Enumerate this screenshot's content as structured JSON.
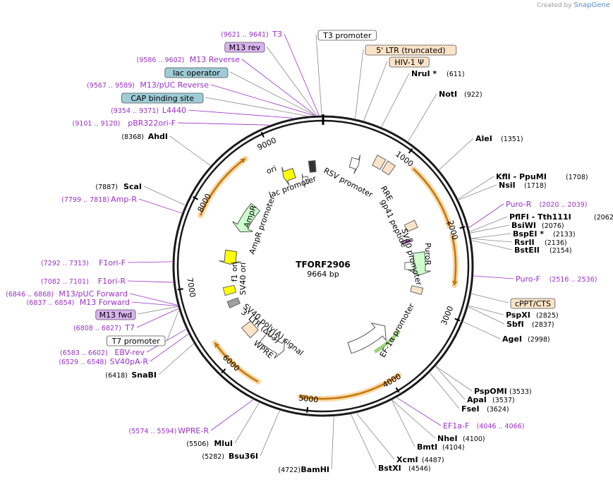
{
  "watermark": {
    "prefix": "Created by",
    "brand": "SnapGene"
  },
  "plasmid": {
    "name": "TFORF2906",
    "length_label": "9664 bp",
    "length": 9664
  },
  "ticks": [
    {
      "label": "1000",
      "bp": 1000
    },
    {
      "label": "2000",
      "bp": 2000
    },
    {
      "label": "3000",
      "bp": 3000
    },
    {
      "label": "4000",
      "bp": 4000
    },
    {
      "label": "5000",
      "bp": 5000
    },
    {
      "label": "6000",
      "bp": 6000
    },
    {
      "label": "7000",
      "bp": 7000
    },
    {
      "label": "8000",
      "bp": 8000
    },
    {
      "label": "9000",
      "bp": 9000
    }
  ],
  "right_labels": [
    {
      "type": "enzyme",
      "name": "NruI *",
      "pos": "(611)"
    },
    {
      "type": "enzyme",
      "name": "NotI",
      "pos": "(922)"
    },
    {
      "type": "enzyme",
      "name": "AleI",
      "pos": "(1351)"
    },
    {
      "type": "enzyme",
      "name": "KflI  - PpuMI",
      "pos": "(1708)"
    },
    {
      "type": "enzyme",
      "name": "NsiI",
      "pos": "(1718)"
    },
    {
      "type": "primer",
      "name": "Puro-R",
      "pos": "(2020 .. 2039)"
    },
    {
      "type": "enzyme",
      "name": "PflFI  - Tth111I",
      "pos": "(2062)"
    },
    {
      "type": "enzyme",
      "name": "BsiWI",
      "pos": "(2076)"
    },
    {
      "type": "enzyme",
      "name": "BspEI *",
      "pos": "(2133)"
    },
    {
      "type": "enzyme",
      "name": "RsrII",
      "pos": "(2136)"
    },
    {
      "type": "enzyme",
      "name": "BstEII",
      "pos": "(2154)"
    },
    {
      "type": "primer",
      "name": "Puro-F",
      "pos": "(2516 .. 2536)"
    },
    {
      "type": "badge",
      "name": "cPPT/CTS",
      "pos": "",
      "color": "#fbe3c8"
    },
    {
      "type": "enzyme",
      "name": "PspXI",
      "pos": "(2825)"
    },
    {
      "type": "enzyme",
      "name": "SbfI",
      "pos": "(2837)"
    },
    {
      "type": "enzyme",
      "name": "AgeI",
      "pos": "(2998)"
    },
    {
      "type": "enzyme",
      "name": "PspOMI",
      "pos": "(3533)"
    },
    {
      "type": "enzyme",
      "name": "ApaI",
      "pos": "(3537)"
    },
    {
      "type": "enzyme",
      "name": "FseI",
      "pos": "(3624)"
    },
    {
      "type": "primer",
      "name": "EF1a-F",
      "pos": "(4046 .. 4066)"
    },
    {
      "type": "enzyme",
      "name": "NheI",
      "pos": "(4100)"
    },
    {
      "type": "enzyme",
      "name": "BmtI",
      "pos": "(4104)"
    },
    {
      "type": "enzyme",
      "name": "XcmI",
      "pos": "(4487)"
    },
    {
      "type": "enzyme",
      "name": "BstXI",
      "pos": "(4546)"
    }
  ],
  "bottom_labels": [
    {
      "type": "enzyme",
      "name": "BamHI",
      "pos": "(4722)"
    },
    {
      "type": "enzyme",
      "name": "Bsu36I",
      "pos": "(5282)"
    },
    {
      "type": "enzyme",
      "name": "MluI",
      "pos": "(5506)"
    },
    {
      "type": "primer",
      "name": "WPRE-R",
      "pos": "(5574 .. 5594)"
    }
  ],
  "left_labels": [
    {
      "type": "enzyme",
      "name": "SnaBI",
      "pos": "(6418)"
    },
    {
      "type": "primer",
      "name": "SV40pA-R",
      "pos": "(6529 .. 6548)"
    },
    {
      "type": "primer",
      "name": "EBV-rev",
      "pos": "(6583 .. 6602)"
    },
    {
      "type": "badge",
      "name": "T7 promoter",
      "pos": "",
      "color": "#ffffff"
    },
    {
      "type": "primer",
      "name": "T7",
      "pos": "(6808 .. 6827)"
    },
    {
      "type": "badge",
      "name": "M13 fwd",
      "pos": "",
      "color": "#d9b3ef"
    },
    {
      "type": "primer",
      "name": "M13 Forward",
      "pos": "(6837 .. 6854)"
    },
    {
      "type": "primer",
      "name": "M13/pUC Forward",
      "pos": "(6846 .. 6868)"
    },
    {
      "type": "primer",
      "name": "F1ori-R",
      "pos": "(7082 .. 7101)"
    },
    {
      "type": "primer",
      "name": "F1ori-F",
      "pos": "(7292 .. 7313)"
    },
    {
      "type": "primer",
      "name": "Amp-R",
      "pos": "(7799 .. 7818)"
    },
    {
      "type": "enzyme",
      "name": "ScaI",
      "pos": "(7887)"
    },
    {
      "type": "enzyme",
      "name": "AhdI",
      "pos": "(8368)"
    },
    {
      "type": "primer",
      "name": "pBR322ori-F",
      "pos": "(9101 .. 9120)"
    },
    {
      "type": "primer",
      "name": "L4440",
      "pos": "(9354 .. 9371)"
    },
    {
      "type": "badge",
      "name": "CAP binding site",
      "pos": "",
      "color": "#9ecbd6"
    },
    {
      "type": "primer",
      "name": "M13/pUC Reverse",
      "pos": "(9567 .. 9589)"
    },
    {
      "type": "badge",
      "name": "lac operator",
      "pos": "",
      "color": "#9ecbd6"
    },
    {
      "type": "primer",
      "name": "M13 Reverse",
      "pos": "(9586 .. 9602)"
    },
    {
      "type": "badge",
      "name": "M13 rev",
      "pos": "",
      "color": "#d9b3ef"
    },
    {
      "type": "primer",
      "name": "T3",
      "pos": "(9621 .. 9641)"
    }
  ],
  "top_labels": [
    {
      "type": "badge",
      "name": "T3 promoter",
      "pos": "",
      "color": "#ffffff"
    },
    {
      "type": "badge",
      "name": "5' LTR (truncated)",
      "pos": "",
      "color": "#fbe3c8"
    },
    {
      "type": "badge",
      "name": "HIV-1 Ψ",
      "pos": "",
      "color": "#fbe3c8"
    }
  ],
  "inner_features": [
    {
      "name": "RSV promoter"
    },
    {
      "name": "lac promoter"
    },
    {
      "name": "ori"
    },
    {
      "name": "RRE"
    },
    {
      "name": "gp41 peptide"
    },
    {
      "name": "SV40 promoter"
    },
    {
      "name": "PuroR"
    },
    {
      "name": "AmpR"
    },
    {
      "name": "AmpR promoter"
    },
    {
      "name": "f1 ori"
    },
    {
      "name": "SV40 ori"
    },
    {
      "name": "SV40 poly(A) signal"
    },
    {
      "name": "3' LTR (ΔU3)"
    },
    {
      "name": "WPRE"
    },
    {
      "name": "EF-1α promoter"
    }
  ],
  "colors": {
    "enzyme": "#000000",
    "primer": "#9b30c8",
    "orf_arc": "#c8750a",
    "orf_glow": "#f7d9a8",
    "ori": "#ffff00",
    "promoter": "#ffffff",
    "ampr": "#ccffcc",
    "ltr": "#fbe3c8",
    "backbone": "#1a1a1a"
  }
}
